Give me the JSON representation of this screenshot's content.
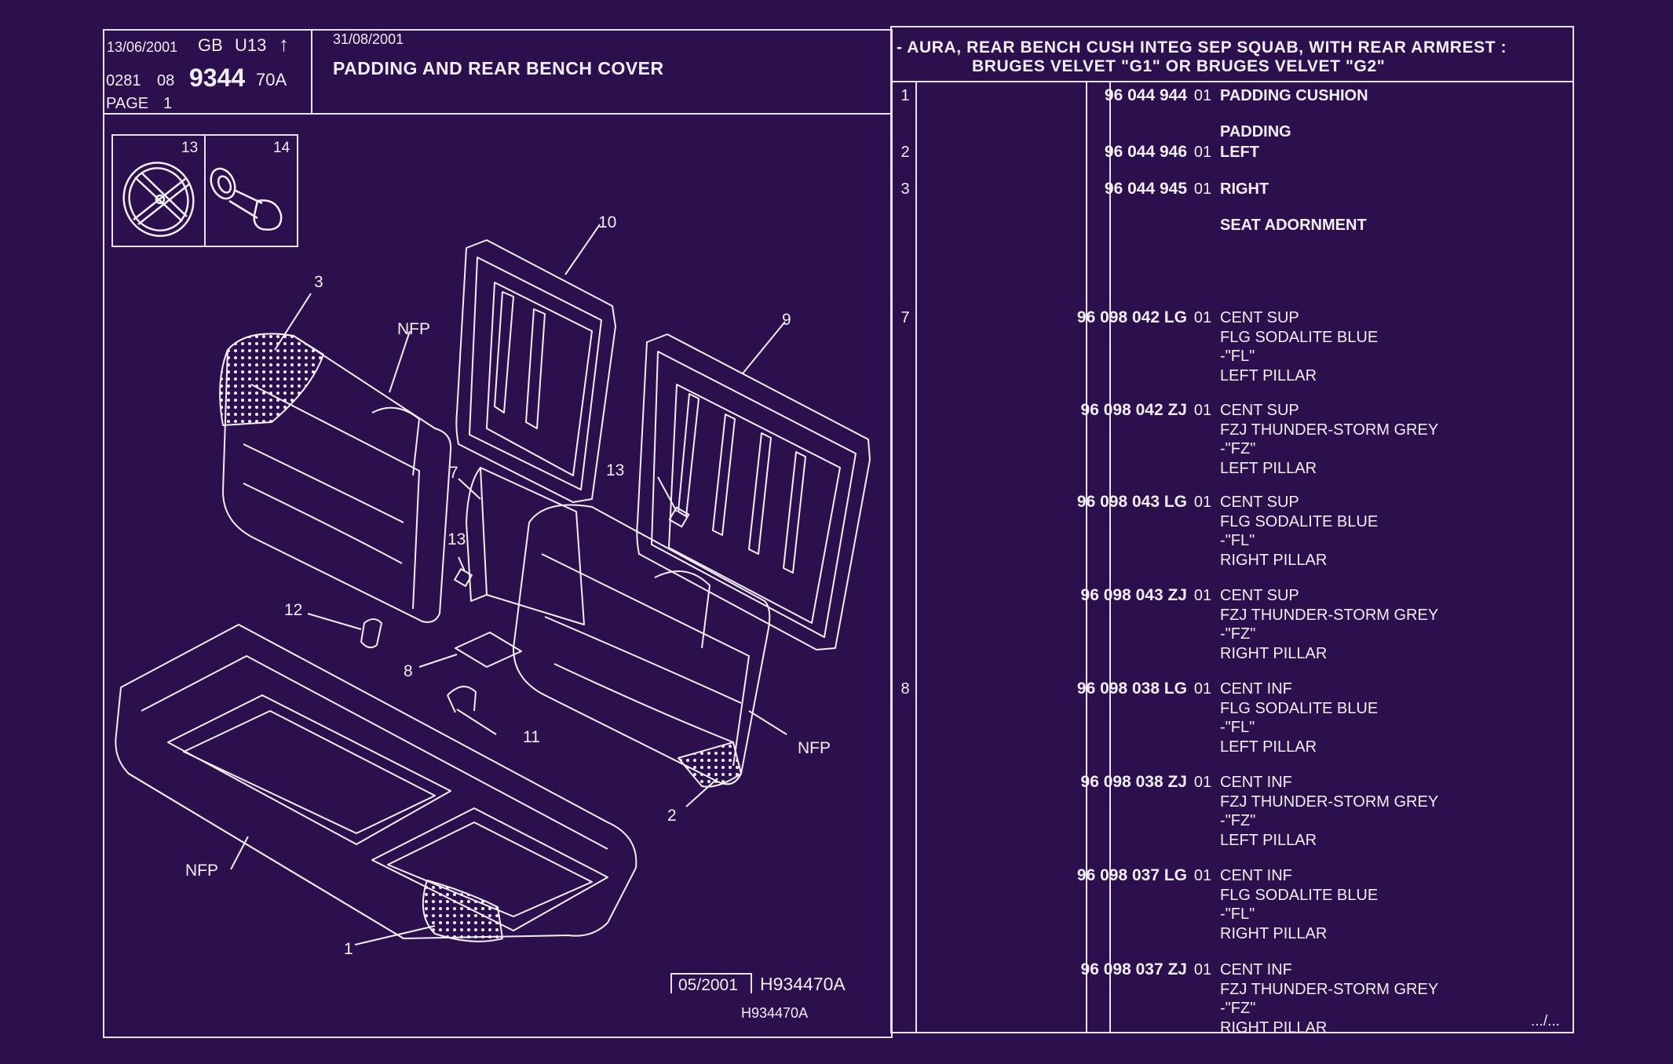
{
  "header": {
    "date1": "13/06/2001",
    "lang": "GB",
    "vehicle": "U13",
    "arrow": "↑",
    "code1": "0281",
    "code2": "08",
    "plate": "9344",
    "variant": "70A",
    "page_label": "PAGE",
    "page_num": "1",
    "date2": "31/08/2001",
    "title": "PADDING AND REAR BENCH COVER",
    "application_line1": "- AURA, REAR BENCH CUSH INTEG SEP SQUAB, WITH REAR ARMREST :",
    "application_line2": "BRUGES VELVET \"G1\" OR  BRUGES VELVET \"G2\""
  },
  "inset": {
    "left_num": "13",
    "right_num": "14"
  },
  "diagram": {
    "callouts": [
      "10",
      "9",
      "3",
      "NFP",
      "7",
      "13",
      "13",
      "12",
      "8",
      "11",
      "NFP",
      "2",
      "NFP",
      "1"
    ],
    "ref_box": "05/2001",
    "ref_code": "H934470A",
    "ref_code2": "H934470A"
  },
  "parts": [
    {
      "ref": "1",
      "part_no": "96 044 944",
      "qty": "01",
      "lines": [
        {
          "t": "PADDING CUSHION",
          "b": true
        }
      ]
    },
    {
      "ref": "",
      "part_no": "",
      "qty": "",
      "lines": [
        {
          "t": "PADDING",
          "b": true
        }
      ]
    },
    {
      "ref": "2",
      "part_no": "96 044 946",
      "qty": "01",
      "lines": [
        {
          "t": "LEFT",
          "b": true
        }
      ]
    },
    {
      "ref": "3",
      "part_no": "96 044 945",
      "qty": "01",
      "lines": [
        {
          "t": "RIGHT",
          "b": true
        }
      ]
    },
    {
      "ref": "",
      "part_no": "",
      "qty": "",
      "lines": [
        {
          "t": "SEAT ADORNMENT",
          "b": true
        }
      ]
    },
    {
      "ref": "7",
      "part_no": "96 098 042 LG",
      "qty": "01",
      "lines": [
        {
          "t": "CENT SUP"
        },
        {
          "t": "FLG SODALITE BLUE"
        },
        {
          "t": "-\"FL\""
        },
        {
          "t": "LEFT PILLAR"
        }
      ]
    },
    {
      "ref": "",
      "part_no": "96 098 042 ZJ",
      "qty": "01",
      "lines": [
        {
          "t": "CENT SUP"
        },
        {
          "t": "FZJ THUNDER-STORM GREY"
        },
        {
          "t": "-\"FZ\""
        },
        {
          "t": "LEFT PILLAR"
        }
      ]
    },
    {
      "ref": "",
      "part_no": "96 098 043 LG",
      "qty": "01",
      "lines": [
        {
          "t": "CENT SUP"
        },
        {
          "t": "FLG SODALITE BLUE"
        },
        {
          "t": "-\"FL\""
        },
        {
          "t": "RIGHT PILLAR"
        }
      ]
    },
    {
      "ref": "",
      "part_no": "96 098 043 ZJ",
      "qty": "01",
      "lines": [
        {
          "t": "CENT SUP"
        },
        {
          "t": "FZJ THUNDER-STORM GREY"
        },
        {
          "t": "-\"FZ\""
        },
        {
          "t": "RIGHT PILLAR"
        }
      ]
    },
    {
      "ref": "8",
      "part_no": "96 098 038 LG",
      "qty": "01",
      "lines": [
        {
          "t": "CENT INF"
        },
        {
          "t": "FLG SODALITE BLUE"
        },
        {
          "t": "-\"FL\""
        },
        {
          "t": "LEFT PILLAR"
        }
      ]
    },
    {
      "ref": "",
      "part_no": "96 098 038 ZJ",
      "qty": "01",
      "lines": [
        {
          "t": "CENT INF"
        },
        {
          "t": "FZJ THUNDER-STORM GREY"
        },
        {
          "t": "-\"FZ\""
        },
        {
          "t": "LEFT PILLAR"
        }
      ]
    },
    {
      "ref": "",
      "part_no": "96 098 037 LG",
      "qty": "01",
      "lines": [
        {
          "t": "CENT INF"
        },
        {
          "t": "FLG SODALITE BLUE"
        },
        {
          "t": "-\"FL\""
        },
        {
          "t": "RIGHT PILLAR"
        }
      ]
    },
    {
      "ref": "",
      "part_no": "96 098 037 ZJ",
      "qty": "01",
      "lines": [
        {
          "t": "CENT INF"
        },
        {
          "t": "FZJ THUNDER-STORM GREY"
        },
        {
          "t": "-\"FZ\""
        },
        {
          "t": "RIGHT PILLAR"
        }
      ]
    }
  ],
  "footer": {
    "continued": ".../..."
  },
  "colors": {
    "background": "#2c0f4d",
    "line": "#e8e2f4"
  }
}
